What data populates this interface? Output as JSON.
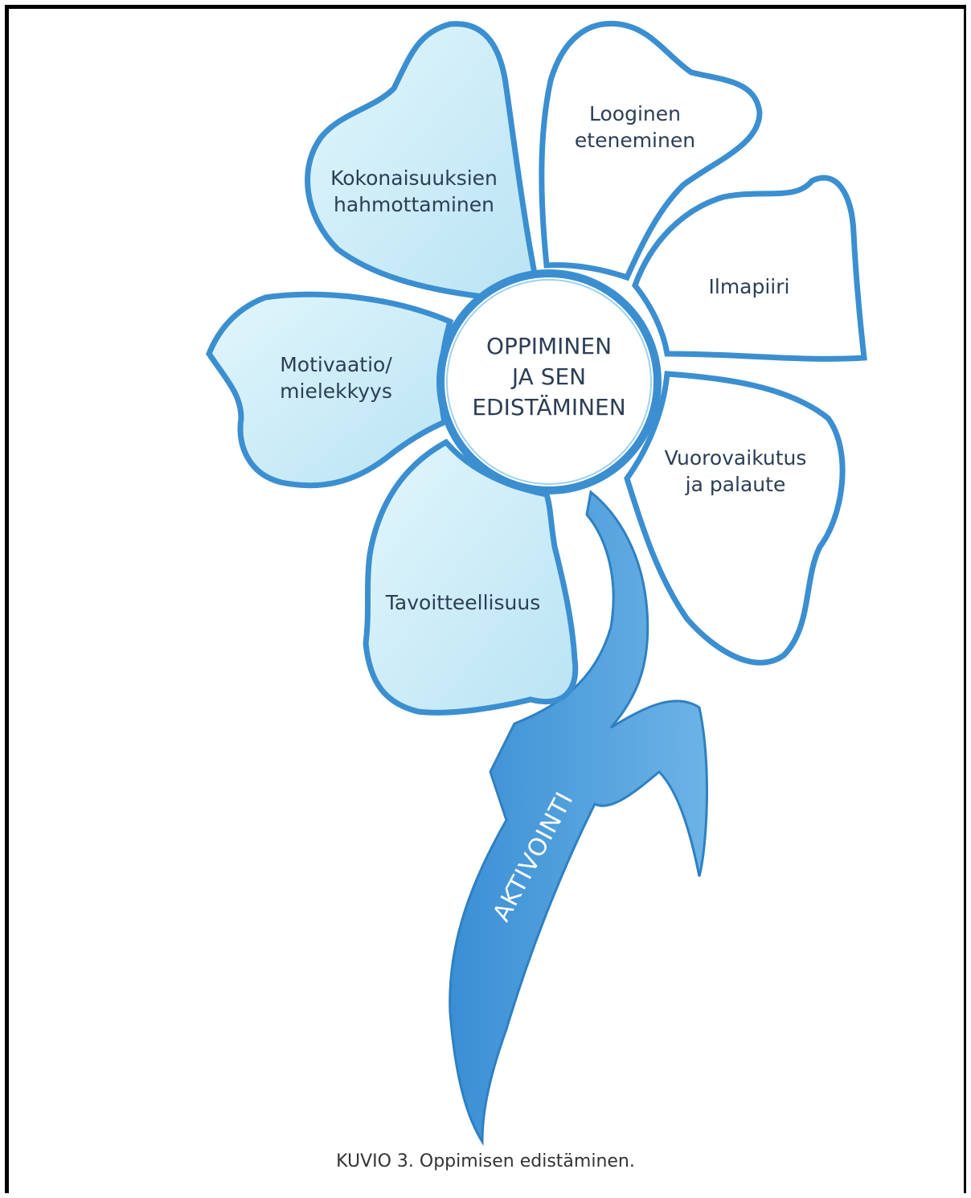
{
  "diagram": {
    "center": {
      "lines": [
        "OPPIMINEN",
        "JA SEN",
        "EDISTÄMINEN"
      ]
    },
    "petals": [
      {
        "lines": [
          "Looginen",
          "eteneminen"
        ],
        "fill": "white"
      },
      {
        "lines": [
          "Kokonaisuuksien",
          "hahmottaminen"
        ],
        "fill": "light-blue"
      },
      {
        "lines": [
          "Ilmapiiri"
        ],
        "fill": "white"
      },
      {
        "lines": [
          "Motivaatio/",
          "mielekkyys"
        ],
        "fill": "light-blue"
      },
      {
        "lines": [
          "Vuorovaikutus",
          "ja palaute"
        ],
        "fill": "white"
      },
      {
        "lines": [
          "Tavoitteellisuus"
        ],
        "fill": "light-blue"
      }
    ],
    "stem": {
      "label": "AKTIVOINTI"
    }
  },
  "caption": "KUVIO 3. Oppimisen edistäminen.",
  "colors": {
    "outline": "#3b8fd0",
    "petal_light": "#cdeef8",
    "petal_white": "#ffffff",
    "stem": "#4a9ddc",
    "text": "#2c3e55"
  }
}
